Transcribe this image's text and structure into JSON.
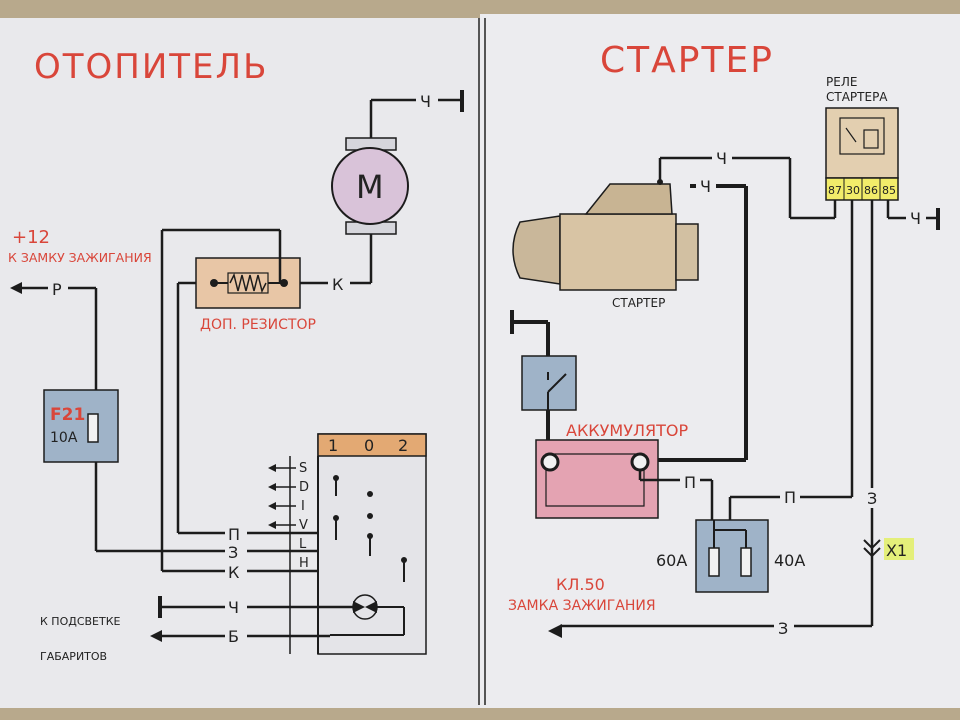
{
  "left": {
    "title": "ОТОПИТЕЛЬ",
    "supply": "+12",
    "supply_sub": "К ЗАМКУ ЗАЖИГАНИЯ",
    "wire_p": "Р",
    "wire_k": "К",
    "ground_ch": "Ч",
    "motor": "М",
    "resistor": "ДОП. РЕЗИСТОР",
    "fuse_name": "F21",
    "fuse_rating": "10А",
    "switch_header": [
      "1",
      "0",
      "2"
    ],
    "switch_pins": [
      "S",
      "D",
      "I",
      "V",
      "L",
      "H"
    ],
    "wire_letters": [
      "П",
      "З",
      "К",
      "Ч",
      "Б"
    ],
    "backlight_1": "К ПОДСВЕТКЕ",
    "backlight_2": "ГАБАРИТОВ"
  },
  "right": {
    "title": "СТАРТЕР",
    "relay_1": "РЕЛЕ",
    "relay_2": "СТАРТЕРА",
    "relay_pins": [
      "87",
      "30",
      "86",
      "85"
    ],
    "ch_1": "Ч",
    "ch_2": "Ч",
    "ch_3": "Ч",
    "starter": "СТАРТЕР",
    "battery": "АККУМУЛЯТОР",
    "p_1": "П",
    "p_2": "П",
    "z_1": "З",
    "z_2": "З",
    "x1": "Х1",
    "fuse_60": "60А",
    "fuse_40": "40А",
    "kl50_1": "КЛ.50",
    "kl50_2": "ЗАМКА ЗАЖИГАНИЯ"
  },
  "colors": {
    "paper": "#e9e9ec",
    "ink": "#1c1c1c",
    "red": "#d9463a",
    "blue_box": "#9fb3c8",
    "pink_box": "#e4a3b2",
    "motor_fill": "#d9c3d9",
    "resistor_fill": "#e8c6a6",
    "relay_fill": "#e3cfb0",
    "relay_pins": "#f2ec6a",
    "x1_fill": "#e4ef7a"
  }
}
